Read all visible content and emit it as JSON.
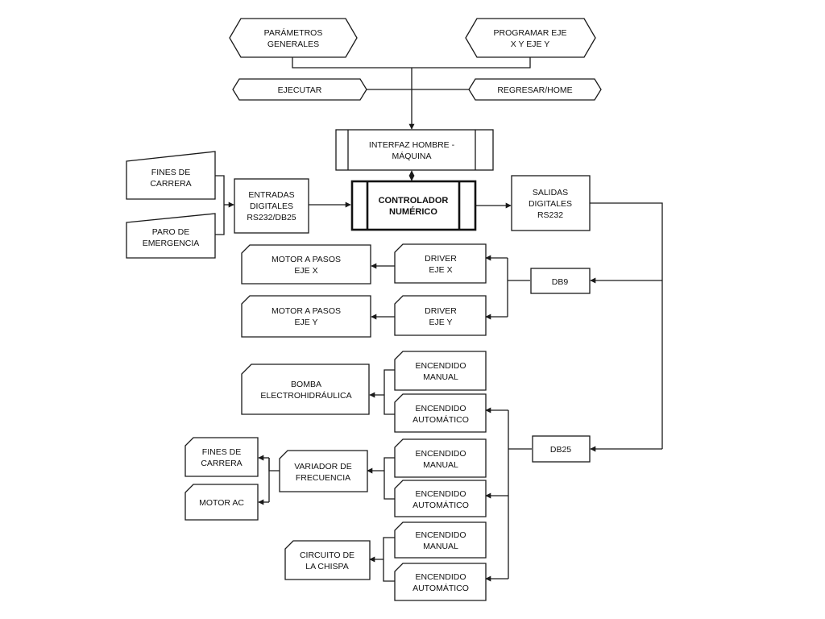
{
  "nodes": {
    "parametros": [
      "PARÁMETROS",
      "GENERALES"
    ],
    "programar": [
      "PROGRAMAR EJE",
      "X Y EJE Y"
    ],
    "ejecutar": [
      "EJECUTAR"
    ],
    "regresar": [
      "REGRESAR/HOME"
    ],
    "interfaz": [
      "INTERFAZ HOMBRE -",
      "MÁQUINA"
    ],
    "controlador": [
      "CONTROLADOR",
      "NUMÉRICO"
    ],
    "fines1": [
      "FINES DE",
      "CARRERA"
    ],
    "paro": [
      "PARO DE",
      "EMERGENCIA"
    ],
    "entradas": [
      "ENTRADAS",
      "DIGITALES",
      "RS232/DB25"
    ],
    "salidas": [
      "SALIDAS",
      "DIGITALES",
      "RS232"
    ],
    "motor_x": [
      "MOTOR A PASOS",
      "EJE X"
    ],
    "motor_y": [
      "MOTOR A PASOS",
      "EJE Y"
    ],
    "driver_x": [
      "DRIVER",
      "EJE X"
    ],
    "driver_y": [
      "DRIVER",
      "EJE Y"
    ],
    "db9": [
      "DB9"
    ],
    "db25": [
      "DB25"
    ],
    "bomba": [
      "BOMBA",
      "ELECTROHIDRÁULICA"
    ],
    "enc_manual_1": [
      "ENCENDIDO",
      "MANUAL"
    ],
    "enc_auto_1": [
      "ENCENDIDO",
      "AUTOMÁTICO"
    ],
    "fines2": [
      "FINES DE",
      "CARRERA"
    ],
    "motor_ac": [
      "MOTOR AC"
    ],
    "variador": [
      "VARIADOR DE",
      "FRECUENCIA"
    ],
    "enc_manual_2": [
      "ENCENDIDO",
      "MANUAL"
    ],
    "enc_auto_2": [
      "ENCENDIDO",
      "AUTOMÁTICO"
    ],
    "chispa": [
      "CIRCUITO DE",
      "LA CHISPA"
    ],
    "enc_manual_3": [
      "ENCENDIDO",
      "MANUAL"
    ],
    "enc_auto_3": [
      "ENCENDIDO",
      "AUTOMÁTICO"
    ]
  }
}
